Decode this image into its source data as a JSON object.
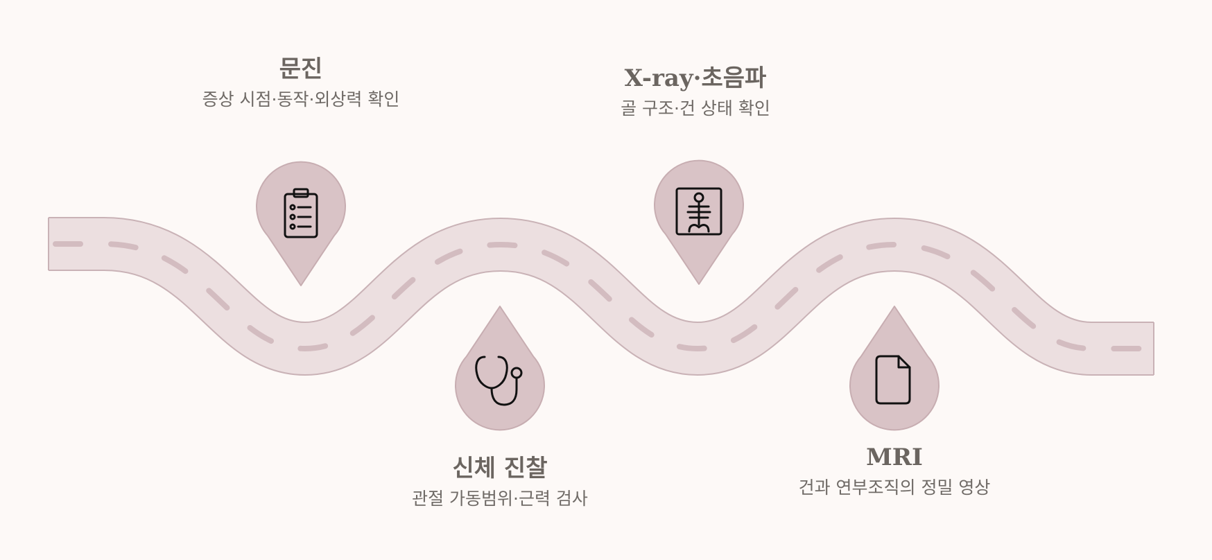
{
  "steps": [
    {
      "title": "문진",
      "description": "증상 시점·동작·외상력 확인",
      "icon": "clipboard-icon",
      "side": "top"
    },
    {
      "title": "신체 진찰",
      "description": "관절 가동범위·근력 검사",
      "icon": "stethoscope-icon",
      "side": "bottom"
    },
    {
      "title": "X-ray·초음파",
      "description": "골 구조·건 상태 확인",
      "icon": "xray-icon",
      "side": "top"
    },
    {
      "title": "MRI",
      "description": "건과 연부조직의 정밀 영상",
      "icon": "document-icon",
      "side": "bottom"
    }
  ],
  "colors": {
    "background": "#fdf9f7",
    "road_fill": "#ecdfe0",
    "road_edge": "#c9b2b6",
    "dash": "#d3bcc0",
    "marker_fill": "#d9c3c6",
    "marker_edge": "#c7adb1",
    "icon": "#111111",
    "title": "#6b6560",
    "text": "#6f6a66"
  }
}
